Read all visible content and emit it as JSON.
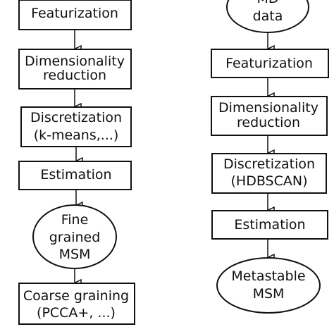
{
  "left_flow": {
    "featurization": [
      "Featurization"
    ],
    "dimensionality_reduction": [
      "Dimensionality",
      "reduction"
    ],
    "discretization": [
      "Discretization",
      "(k-means,...)"
    ],
    "estimation": [
      "Estimation"
    ],
    "fine_grained_msm": [
      "Fine",
      "grained",
      "MSM"
    ],
    "coarse_graining": [
      "Coarse graining",
      "(PCCA+, ...)"
    ]
  },
  "right_flow": {
    "md_data": [
      "MD",
      "data"
    ],
    "featurization": [
      "Featurization"
    ],
    "dimensionality_reduction": [
      "Dimensionality",
      "reduction"
    ],
    "discretization": [
      "Discretization",
      "(HDBSCAN)"
    ],
    "estimation": [
      "Estimation"
    ],
    "metastable_msm": [
      "Metastable",
      "MSM"
    ]
  },
  "colors": {
    "stroke": "#111111",
    "fill": "#ffffff",
    "text": "#111111"
  }
}
